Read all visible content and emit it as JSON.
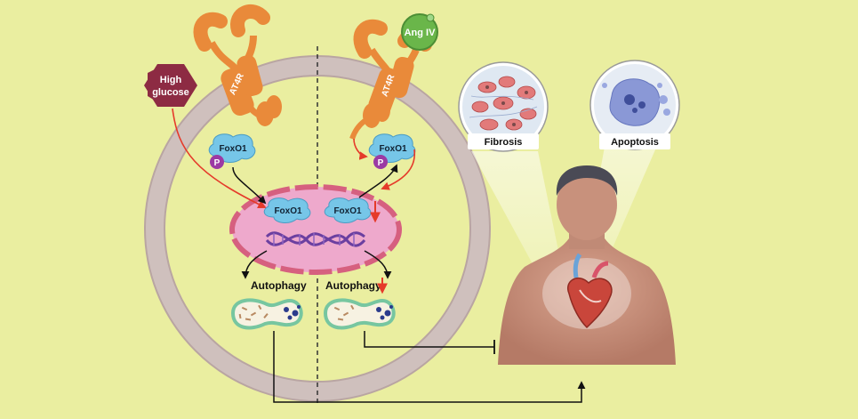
{
  "labels": {
    "high_glucose_line1": "High",
    "high_glucose_line2": "glucose",
    "receptor_left": "AT4R",
    "receptor_right": "AT4R",
    "ligand": "Ang IV",
    "fox_left_top": "FoxO1",
    "fox_right_top": "FoxO1",
    "fox_left_nucleus": "FoxO1",
    "fox_right_nucleus": "FoxO1",
    "phospho_left": "P",
    "phospho_right": "P",
    "autophagy_left": "Autophagy",
    "autophagy_right": "Autophagy",
    "fibrosis": "Fibrosis",
    "apoptosis": "Apoptosis"
  },
  "colors": {
    "background": "#eaeea0",
    "membrane": "#cfc0bd",
    "nucleus": "#eea9cc",
    "nucleus_border": "#d6607f",
    "receptor": "#e98a3a",
    "fox": "#76c6e8",
    "phospho": "#9b3aa4",
    "arrow_red": "#e53a2a",
    "high_glucose": "#8d2b43",
    "ligand": "#6ab64a",
    "body_skin": "#c98f7a"
  }
}
